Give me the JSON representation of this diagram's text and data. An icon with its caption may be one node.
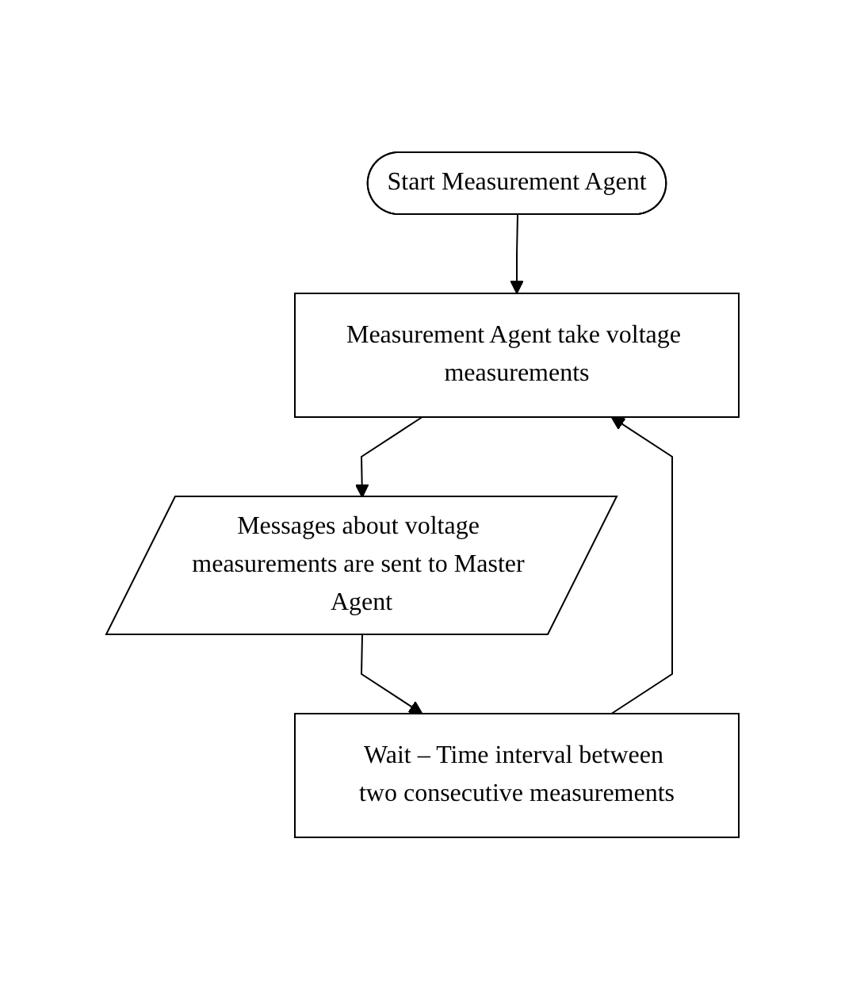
{
  "diagram": {
    "nodes": [
      {
        "text": [
          "Start Measurement Agent"
        ]
      },
      {
        "text": [
          "Measurement Agent take voltage measurements"
        ]
      },
      {
        "text": [
          "Messages about voltage measurements are sent to Master Agent"
        ]
      },
      {
        "text": [
          "Wait – Time interval between two consecutive measurements"
        ]
      }
    ],
    "edges": [
      {
        "from": 0,
        "to": 1,
        "arrow": "to"
      },
      {
        "from": 1,
        "to": 2,
        "arrow": "to"
      },
      {
        "from": 2,
        "to": 3,
        "arrow": "to"
      },
      {
        "from": 3,
        "to": 1,
        "arrow": "to"
      }
    ]
  }
}
